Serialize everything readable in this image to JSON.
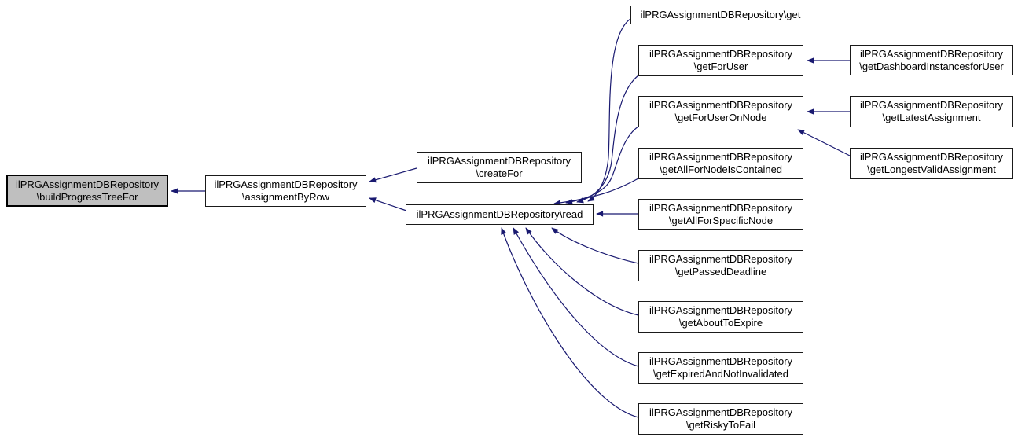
{
  "diagram": {
    "type": "call-graph",
    "background_color": "#ffffff",
    "edge_color": "#191970",
    "node_fill": "#ffffff",
    "node_border_color": "#000000",
    "highlight_fill": "#bfbfbf"
  },
  "nodes": {
    "buildProgressTreeFor": {
      "line1": "ilPRGAssignmentDBRepository",
      "line2": "\\buildProgressTreeFor",
      "highlighted": true
    },
    "assignmentByRow": {
      "line1": "ilPRGAssignmentDBRepository",
      "line2": "\\assignmentByRow"
    },
    "createFor": {
      "line1": "ilPRGAssignmentDBRepository",
      "line2": "\\createFor"
    },
    "read": {
      "line1": "ilPRGAssignmentDBRepository\\read"
    },
    "get": {
      "line1": "ilPRGAssignmentDBRepository\\get"
    },
    "getForUser": {
      "line1": "ilPRGAssignmentDBRepository",
      "line2": "\\getForUser"
    },
    "getDashboardInstancesforUser": {
      "line1": "ilPRGAssignmentDBRepository",
      "line2": "\\getDashboardInstancesforUser"
    },
    "getForUserOnNode": {
      "line1": "ilPRGAssignmentDBRepository",
      "line2": "\\getForUserOnNode"
    },
    "getLatestAssignment": {
      "line1": "ilPRGAssignmentDBRepository",
      "line2": "\\getLatestAssignment"
    },
    "getAllForNodeIsContained": {
      "line1": "ilPRGAssignmentDBRepository",
      "line2": "\\getAllForNodeIsContained"
    },
    "getLongestValidAssignment": {
      "line1": "ilPRGAssignmentDBRepository",
      "line2": "\\getLongestValidAssignment"
    },
    "getAllForSpecificNode": {
      "line1": "ilPRGAssignmentDBRepository",
      "line2": "\\getAllForSpecificNode"
    },
    "getPassedDeadline": {
      "line1": "ilPRGAssignmentDBRepository",
      "line2": "\\getPassedDeadline"
    },
    "getAboutToExpire": {
      "line1": "ilPRGAssignmentDBRepository",
      "line2": "\\getAboutToExpire"
    },
    "getExpiredAndNotInvalidated": {
      "line1": "ilPRGAssignmentDBRepository",
      "line2": "\\getExpiredAndNotInvalidated"
    },
    "getRiskyToFail": {
      "line1": "ilPRGAssignmentDBRepository",
      "line2": "\\getRiskyToFail"
    }
  },
  "edges": [
    {
      "from": "assignmentByRow",
      "to": "buildProgressTreeFor"
    },
    {
      "from": "createFor",
      "to": "assignmentByRow"
    },
    {
      "from": "read",
      "to": "assignmentByRow"
    },
    {
      "from": "get",
      "to": "read"
    },
    {
      "from": "getForUser",
      "to": "read"
    },
    {
      "from": "getForUserOnNode",
      "to": "read"
    },
    {
      "from": "getAllForNodeIsContained",
      "to": "read"
    },
    {
      "from": "getAllForSpecificNode",
      "to": "read"
    },
    {
      "from": "getPassedDeadline",
      "to": "read"
    },
    {
      "from": "getAboutToExpire",
      "to": "read"
    },
    {
      "from": "getExpiredAndNotInvalidated",
      "to": "read"
    },
    {
      "from": "getRiskyToFail",
      "to": "read"
    },
    {
      "from": "getDashboardInstancesforUser",
      "to": "getForUser"
    },
    {
      "from": "getLatestAssignment",
      "to": "getForUserOnNode"
    },
    {
      "from": "getLongestValidAssignment",
      "to": "getForUserOnNode"
    }
  ]
}
